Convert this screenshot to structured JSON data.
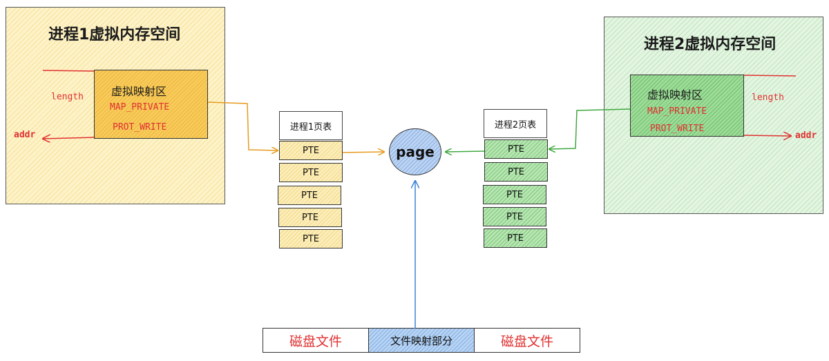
{
  "process1": {
    "title": "进程1虚拟内存空间",
    "vma_title": "虚拟映射区",
    "flag1": "MAP_PRIVATE",
    "flag2": "PROT_WRITE",
    "length_label": "length",
    "addr_label": "addr"
  },
  "process2": {
    "title": "进程2虚拟内存空间",
    "vma_title": "虚拟映射区",
    "flag1": "MAP_PRIVATE",
    "flag2": "PROT_WRITE",
    "length_label": "length",
    "addr_label": "addr"
  },
  "page_table1": {
    "header": "进程1页表",
    "entries": [
      "PTE",
      "PTE",
      "PTE",
      "PTE",
      "PTE"
    ]
  },
  "page_table2": {
    "header": "进程2页表",
    "entries": [
      "PTE",
      "PTE",
      "PTE",
      "PTE",
      "PTE"
    ]
  },
  "page": {
    "label": "page"
  },
  "disk": {
    "left": "磁盘文件",
    "middle": "文件映射部分",
    "right": "磁盘文件"
  },
  "colors": {
    "process1": "#f5c04a",
    "process2": "#8fd58a",
    "page": "#a9c8ef",
    "red_text": "#e03131",
    "orange_arrow": "#e69b20",
    "green_arrow": "#40a840",
    "blue_arrow": "#3b82d6",
    "red_arrow": "#e03131"
  }
}
